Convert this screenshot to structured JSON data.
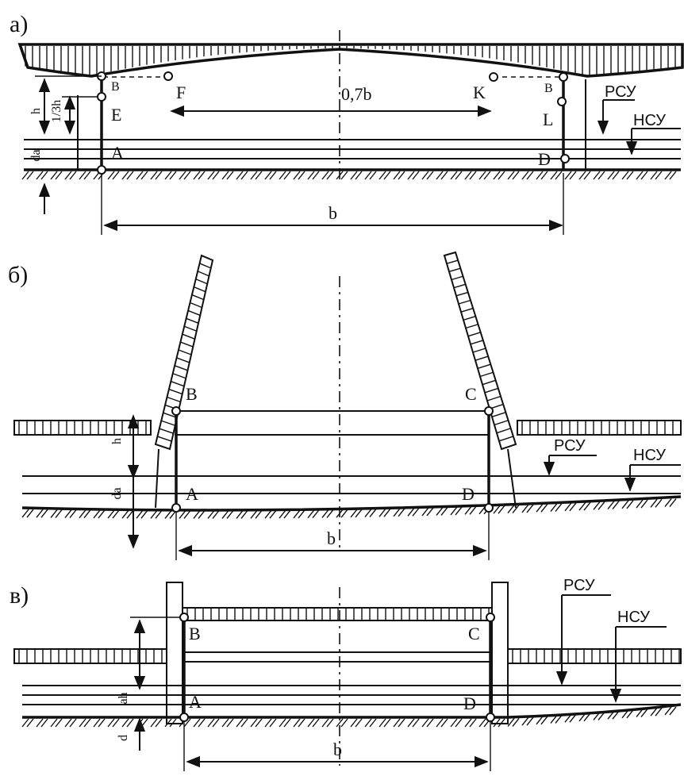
{
  "panels": {
    "a": {
      "label": "а)",
      "points": {
        "B_left": "B",
        "B_right": "B",
        "F": "F",
        "K": "K",
        "E": "E",
        "L": "L",
        "A": "A",
        "D": "D"
      },
      "dims": {
        "span": "0,7b",
        "base": "b",
        "h": "h",
        "h13": "1/3h",
        "da": "da"
      },
      "levels": {
        "rsu": "РСУ",
        "nsu": "НСУ"
      }
    },
    "b": {
      "label": "б)",
      "points": {
        "B": "B",
        "C": "C",
        "A": "A",
        "D": "D"
      },
      "dims": {
        "base": "b",
        "h": "h",
        "da": "da"
      },
      "levels": {
        "rsu": "РСУ",
        "nsu": "НСУ"
      }
    },
    "c": {
      "label": "в)",
      "points": {
        "B": "B",
        "C": "C",
        "A": "A",
        "D": "D"
      },
      "dims": {
        "base": "b",
        "ah": "ah",
        "d": "d"
      },
      "levels": {
        "rsu": "РСУ",
        "nsu": "НСУ"
      }
    }
  }
}
